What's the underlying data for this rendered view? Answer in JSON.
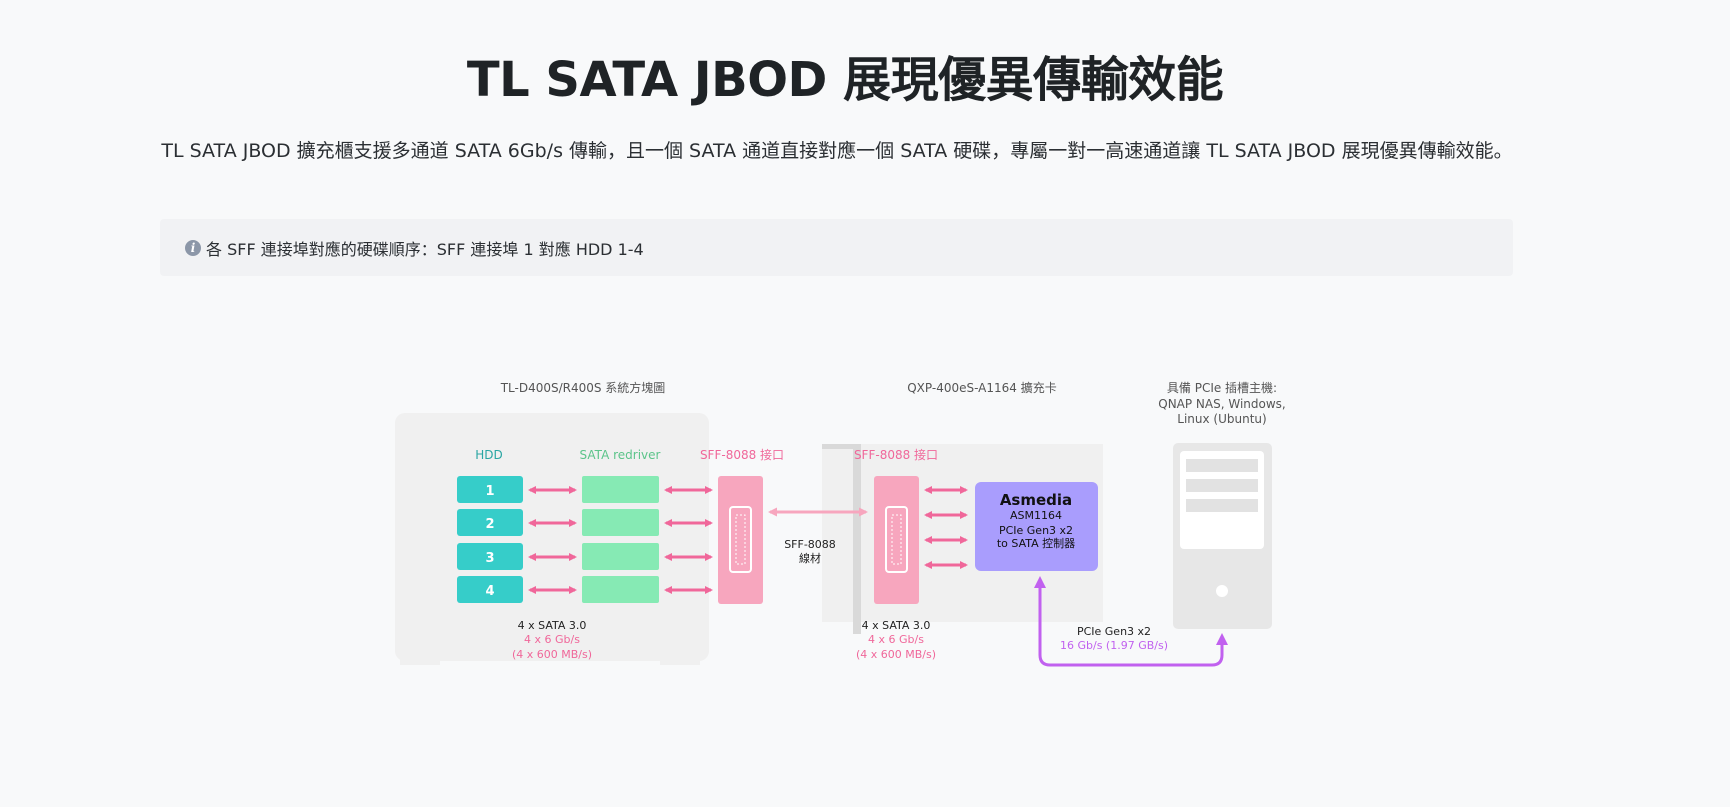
{
  "header": {
    "title": "TL SATA JBOD 展現優異傳輸效能",
    "intro": "TL SATA JBOD 擴充櫃支援多通道 SATA 6Gb/s 傳輸，且一個 SATA 通道直接對應一個 SATA 硬碟，專屬一對一高速通道讓 TL SATA JBOD 展現優異傳輸效能。"
  },
  "note": {
    "icon": "info-icon",
    "text": "各 SFF 連接埠對應的硬碟順序：SFF 連接埠 1 對應 HDD 1-4"
  },
  "diagram": {
    "left_title": "TL-D400S/R400S 系統方塊圖",
    "card_title": "QXP-400eS-A1164 擴充卡",
    "host_title_1": "具備 PCIe 插槽主機:",
    "host_title_2": "QNAP NAS, Windows,",
    "host_title_3": "Linux (Ubuntu)",
    "hdd_label": "HDD",
    "redriver_label": "SATA redriver",
    "sff_port_label_left": "SFF-8088 接口",
    "sff_port_label_right": "SFF-8088 接口",
    "hdd_numbers": [
      "1",
      "2",
      "3",
      "4"
    ],
    "cable_label_1": "SFF-8088",
    "cable_label_2": "線材",
    "chip_brand": "Asmedia",
    "chip_model": "ASM1164",
    "chip_line2": "PCIe Gen3 x2",
    "chip_line3": "to SATA 控制器",
    "left_speed_1": "4 x SATA 3.0",
    "left_speed_2": "4 x 6 Gb/s",
    "left_speed_3": "(4 x 600 MB/s)",
    "card_speed_1": "4 x SATA 3.0",
    "card_speed_2": "4 x 6 Gb/s",
    "card_speed_3": "(4 x 600 MB/s)",
    "pcie_speed_1": "PCIe Gen3 x2",
    "pcie_speed_2": "16 Gb/s (1.97 GB/s)"
  },
  "colors": {
    "hdd": "#36cdc9",
    "hdd_label": "#2aa6a3",
    "redriver": "#86eab4",
    "redriver_label": "#5cc48a",
    "sff": "#f7a6be",
    "pink_arrow": "#f0679a",
    "chip": "#a99dfd",
    "pcie_arrow": "#c161ef"
  }
}
